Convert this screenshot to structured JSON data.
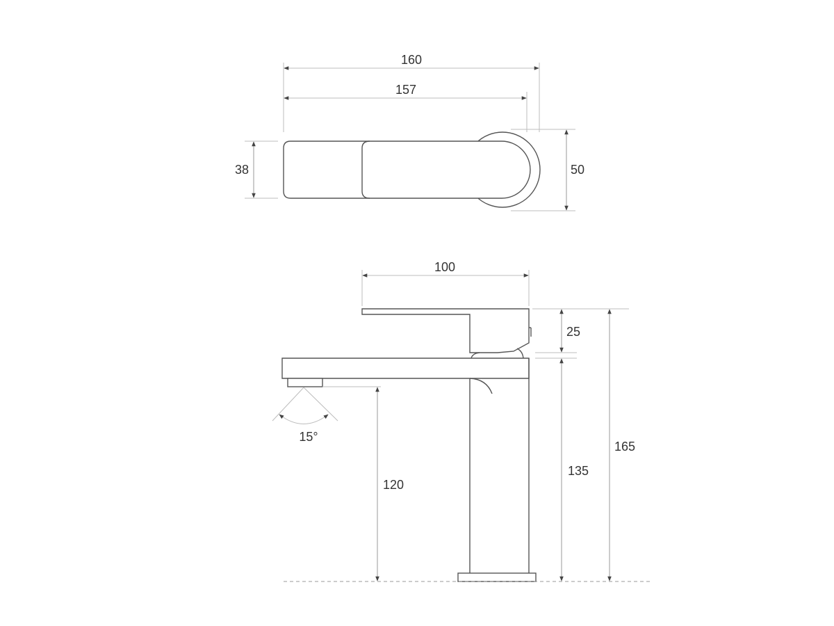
{
  "drawing": {
    "subject": "Basin mixer faucet technical dimensions",
    "units": "mm",
    "top_view": {
      "overall_length": "160",
      "lever_length": "157",
      "lever_width": "38",
      "base_diameter": "50"
    },
    "side_view": {
      "spout_reach_from_body": "100",
      "lever_height": "25",
      "spray_angle": "15°",
      "spout_outlet_height": "120",
      "body_height": "135",
      "total_height": "165"
    }
  }
}
